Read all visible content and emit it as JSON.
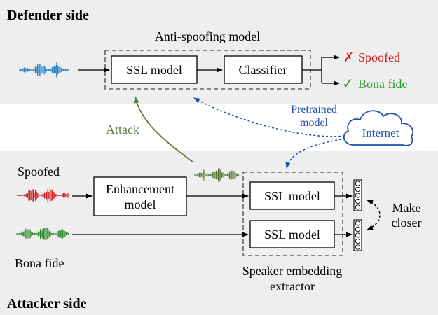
{
  "defender": {
    "title": "Defender side",
    "model_group_label": "Anti-spoofing model",
    "ssl_label": "SSL model",
    "classifier_label": "Classifier",
    "out_spoofed": "Spoofed",
    "out_bonafide": "Bona fide",
    "cross_mark": "✗",
    "check_mark": "✓"
  },
  "middle": {
    "attack_label": "Attack",
    "pretrained_label_1": "Pretrained",
    "pretrained_label_2": "model",
    "internet_label": "Internet"
  },
  "attacker": {
    "title": "Attacker side",
    "spoofed_label": "Spoofed",
    "bonafide_label": "Bona fide",
    "enh_label_1": "Enhancement",
    "enh_label_2": "model",
    "ssl_label_top": "SSL model",
    "ssl_label_bottom": "SSL model",
    "extractor_label_1": "Speaker embedding",
    "extractor_label_2": "extractor",
    "make_closer_1": "Make",
    "make_closer_2": "closer"
  },
  "colors": {
    "panel_bg": "#eeeeee",
    "wave_blue": "#1e7bc4",
    "wave_red": "#cc1f1f",
    "wave_green": "#2a8a2a",
    "wave_olive": "#5b7a3a",
    "attack_green": "#5b7a3a",
    "pretrained_blue": "#1f4fb0",
    "spoofed_red": "#d21f1f",
    "bonafide_green": "#2a9a2a",
    "dashed_gray": "#666666"
  }
}
